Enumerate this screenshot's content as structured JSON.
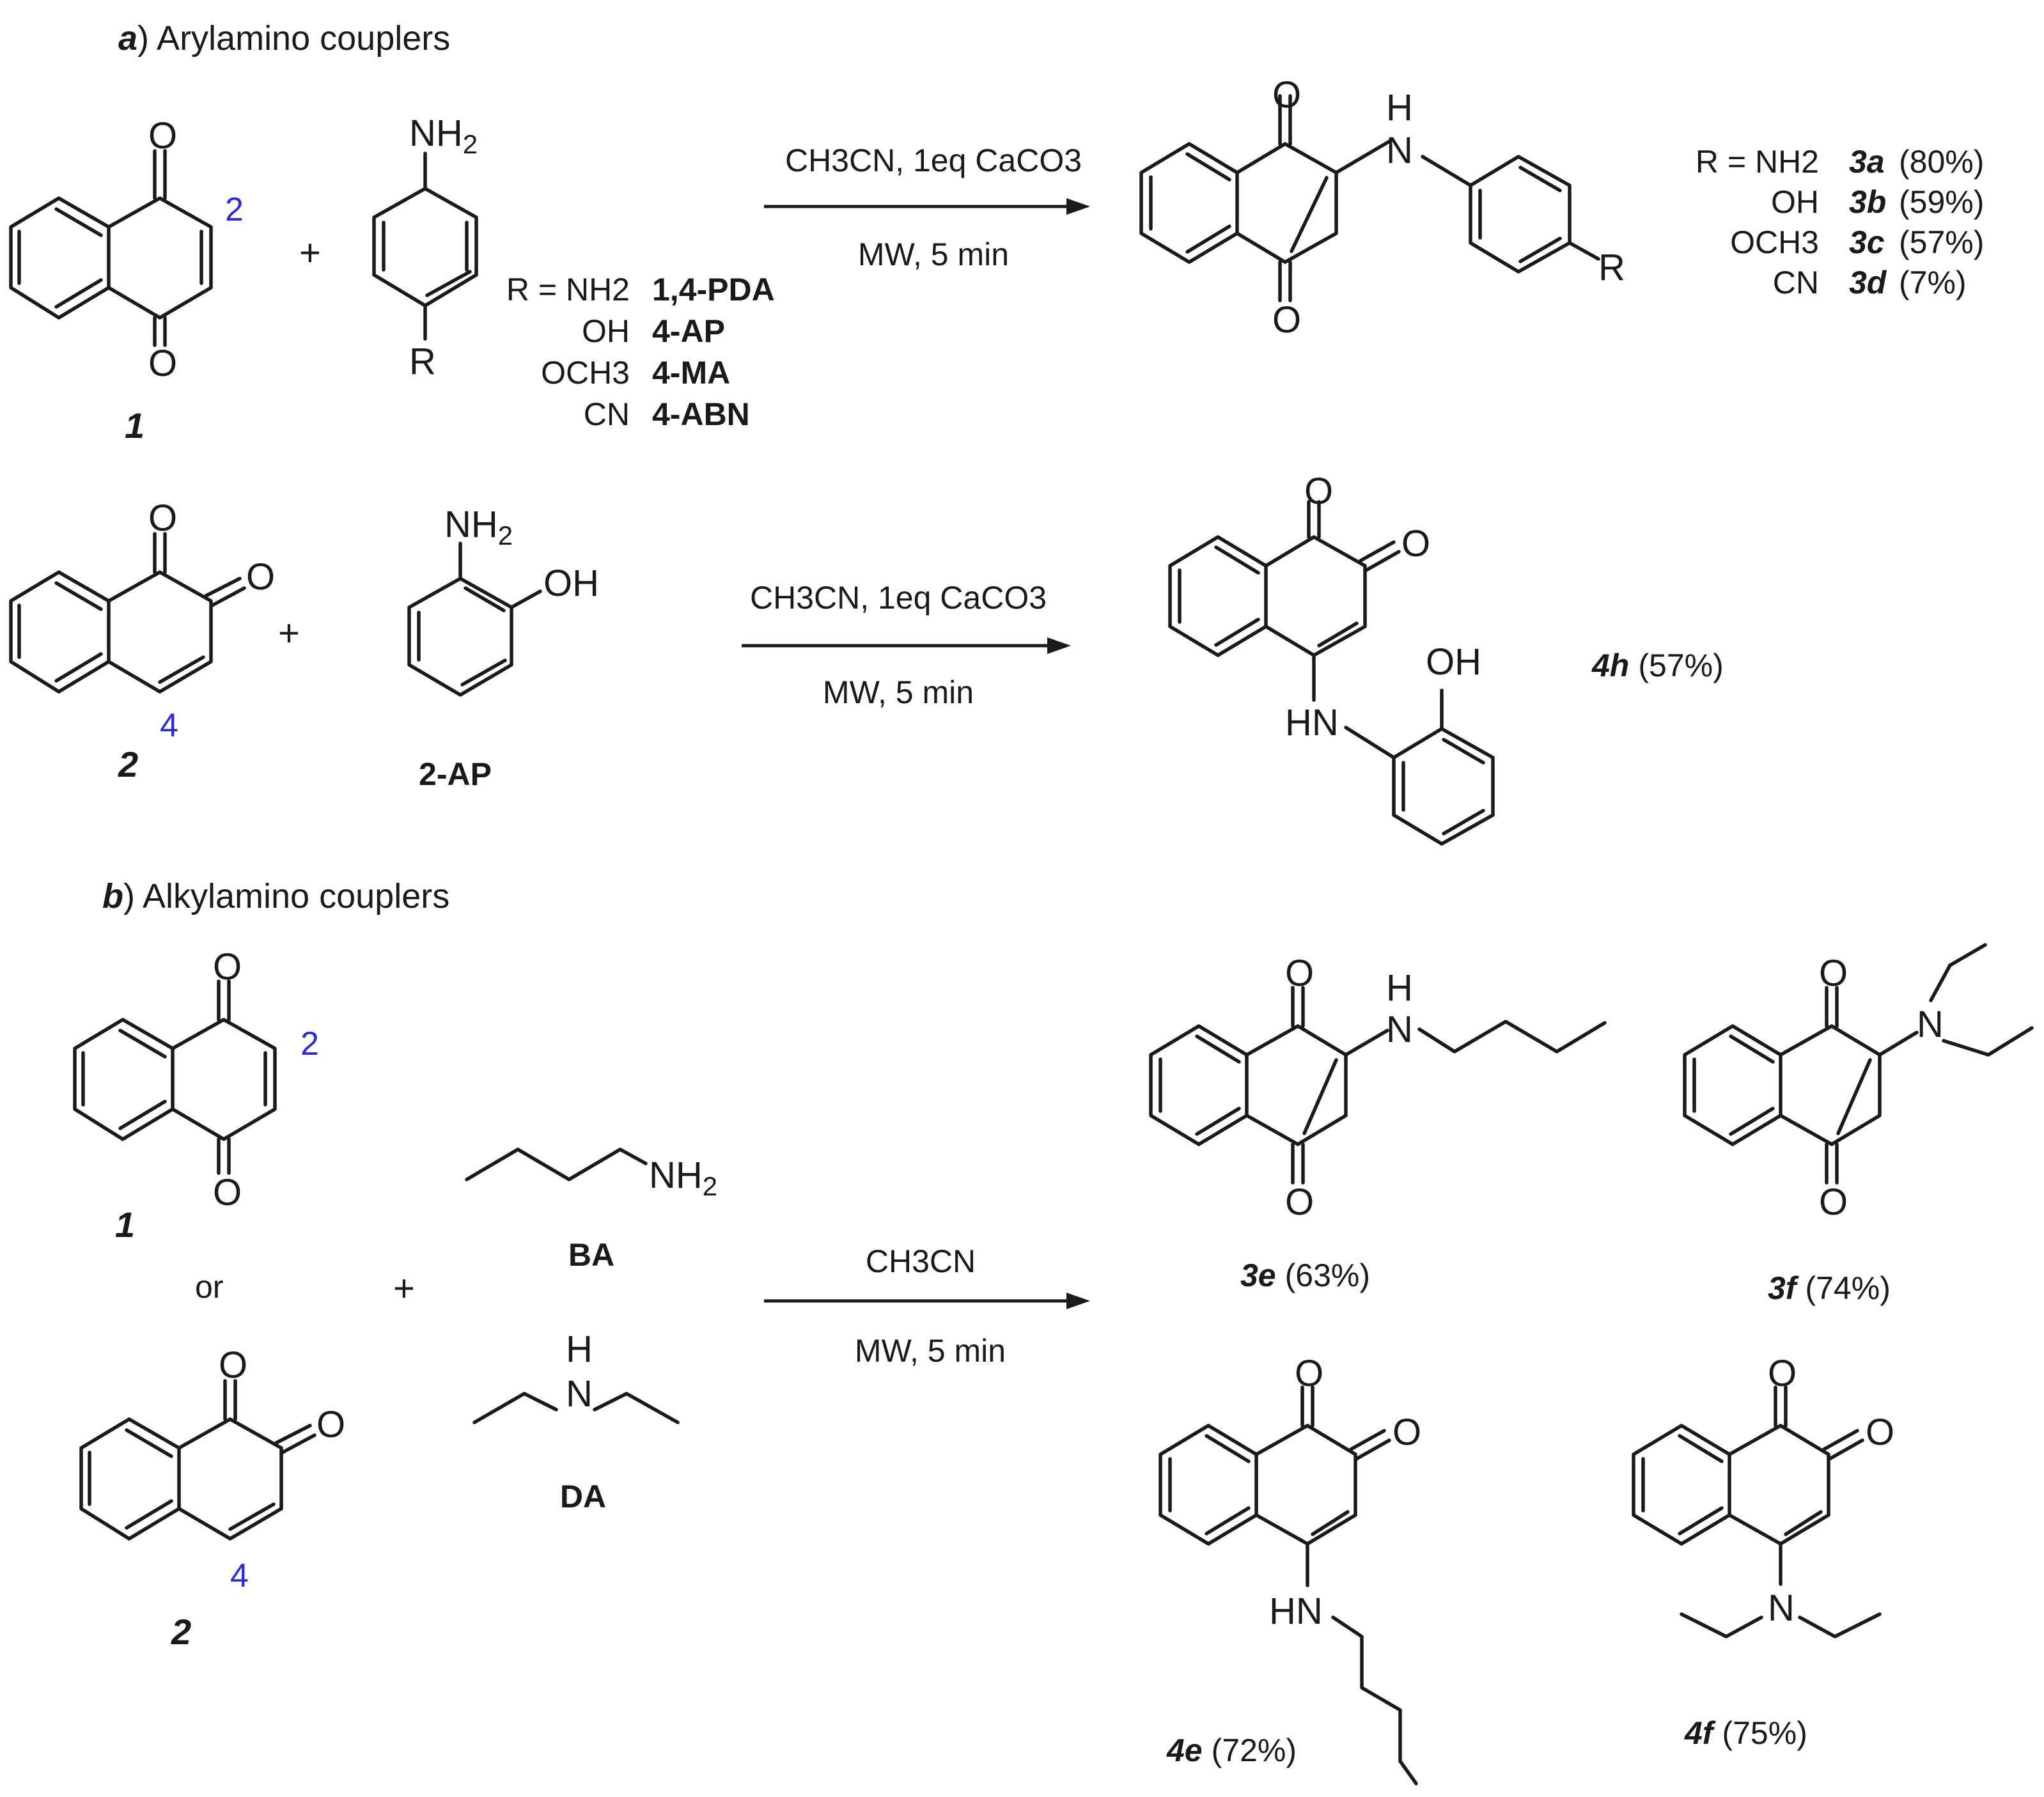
{
  "section_a": {
    "letter": "a",
    "title": ") Arylamino couplers"
  },
  "section_b": {
    "letter": "b",
    "title": ") Alkylamino couplers"
  },
  "reagents": {
    "amine_top": "NH",
    "amine_sub": "2",
    "R": "R",
    "O": "O",
    "NH_H": "H",
    "N": "N",
    "HN": "HN",
    "OH": "OH",
    "plus": "+",
    "or": "or"
  },
  "conditions": {
    "cond1_top": "CH3CN, 1eq CaCO3",
    "cond1_bottom": "MW, 5 min",
    "cond2_top": "CH3CN, 1eq CaCO3",
    "cond2_bottom": "MW, 5 min",
    "cond3_top": "CH3CN",
    "cond3_bottom": "MW, 5 min"
  },
  "compounds": {
    "c1": "1",
    "c2": "2",
    "pos2": "2",
    "pos4": "4",
    "ap2": "2-AP",
    "ba": "BA",
    "da": "DA"
  },
  "amine_list": [
    {
      "r": "R = NH2",
      "name": "1,4-PDA"
    },
    {
      "r": "OH",
      "name": "4-AP"
    },
    {
      "r": "OCH3",
      "name": "4-MA"
    },
    {
      "r": "CN",
      "name": "4-ABN"
    }
  ],
  "product_list": [
    {
      "r": "R = NH2",
      "id": "3a",
      "yield": "(80%)"
    },
    {
      "r": "OH",
      "id": "3b",
      "yield": "(59%)"
    },
    {
      "r": "OCH3",
      "id": "3c",
      "yield": "(57%)"
    },
    {
      "r": "CN",
      "id": "3d",
      "yield": "(7%)"
    }
  ],
  "products_single": {
    "p4h": {
      "id": "4h",
      "yield": "(57%)"
    },
    "p3e": {
      "id": "3e",
      "yield": "(63%)"
    },
    "p3f": {
      "id": "3f",
      "yield": "(74%)"
    },
    "p4e": {
      "id": "4e",
      "yield": "(72%)"
    },
    "p4f": {
      "id": "4f",
      "yield": "(75%)"
    }
  }
}
